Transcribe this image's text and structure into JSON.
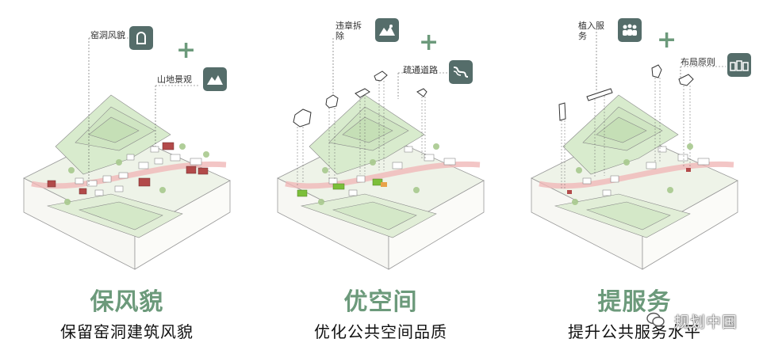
{
  "panels": [
    {
      "heading": "保风貌",
      "subheading": "保留窑洞建筑风貌",
      "tags": [
        "窑洞风貌",
        "山地景观"
      ],
      "icons": [
        "cave-dwelling-icon",
        "mountain-icon"
      ]
    },
    {
      "heading": "优空间",
      "subheading": "优化公共空间品质",
      "tags": [
        "违章拆除",
        "疏通道路"
      ],
      "icons": [
        "demolition-icon",
        "road-icon"
      ]
    },
    {
      "heading": "提服务",
      "subheading": "提升公共服务水平",
      "tags": [
        "植入服务",
        "布局原则"
      ],
      "icons": [
        "community-icon",
        "buildings-icon"
      ]
    }
  ],
  "plus_sign": "+",
  "watermark": "规划中国",
  "colors": {
    "heading": "#6c9a7b",
    "icon_bg": "#556d6a",
    "terrain_top": "#e3f0d8",
    "terrain_side": "#f5f5f0",
    "road": "#f0b8b8",
    "historic_building": "#b24a4a",
    "new_space": "#7cbf3a"
  }
}
